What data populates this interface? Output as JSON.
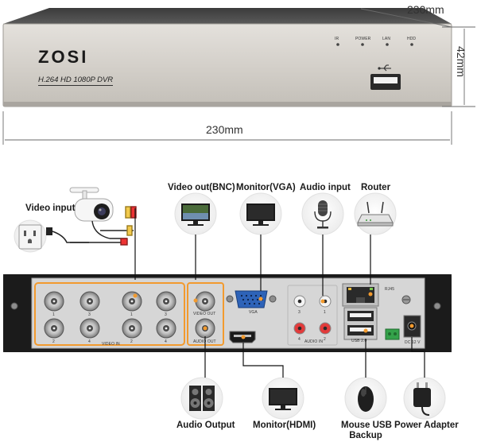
{
  "dimensions": {
    "top_depth": "230mm",
    "height": "42mm",
    "front_width": "230mm"
  },
  "front_panel": {
    "brand": "ZOSI",
    "model": "H.264 HD 1080P DVR",
    "indicators": [
      "IR",
      "POWER",
      "LAN",
      "HDD"
    ]
  },
  "connections": {
    "video_input": "Video input",
    "video_out_bnc": "Video out(BNC)",
    "monitor_vga": "Monitor(VGA)",
    "audio_input": "Audio input",
    "router": "Router",
    "audio_output": "Audio Output",
    "monitor_hdmi": "Monitor(HDMI)",
    "mouse_usb_line1": "Mouse USB",
    "mouse_usb_line2": "Backup",
    "power_adapter": "Power Adapter"
  },
  "rear_panel": {
    "video_in": "VIDEO IN",
    "video_out": "VIDEO OUT",
    "audio_out": "AUDIO OUT",
    "vga": "VGA",
    "audio_in": "AUDIO IN",
    "rj45": "RJ45",
    "usb": "USB 2.0",
    "dc": "DC 12 V",
    "bnc_numbers": [
      "1",
      "3",
      "1",
      "3",
      "2",
      "4",
      "2",
      "4"
    ],
    "audio_numbers": [
      "3",
      "1",
      "4",
      "2"
    ]
  },
  "colors": {
    "accent_orange": "#f29a2e",
    "chassis": "#1b1b1b",
    "silver": "#d9d6d0"
  }
}
